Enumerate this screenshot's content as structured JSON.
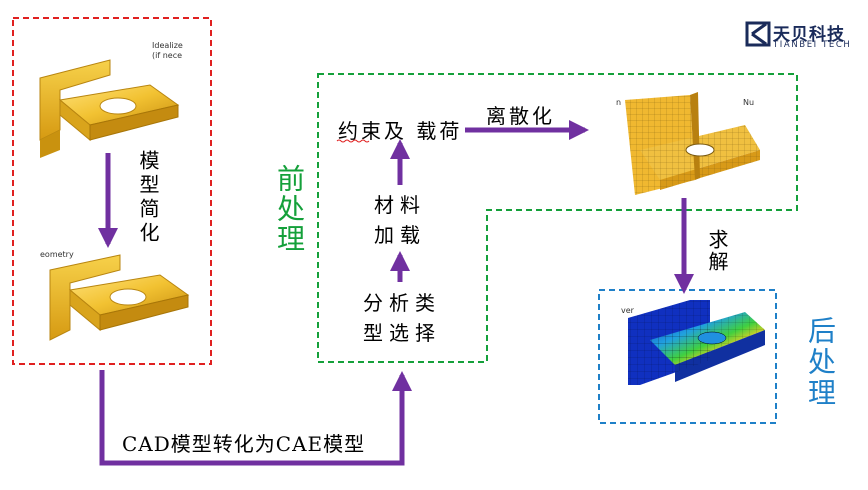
{
  "logo": {
    "name": "天贝科技",
    "subtitle": "TIANBEI TECH"
  },
  "labels": {
    "model_simplify": "模型简化",
    "cad_to_cae": "CAD模型转化为CAE模型",
    "pre_processing": "前处理",
    "constraints_loads": "约束及 载荷",
    "discretize": "离散化",
    "material_load": [
      "材料",
      "加载"
    ],
    "analysis_type": [
      "分析类",
      "型选择"
    ],
    "solve": "求解",
    "post_processing": "后处理"
  },
  "thumb_text": {
    "idealize": [
      "Idealize",
      "(if nece"
    ],
    "geom": "eometry",
    "mesh_left": "n",
    "mesh_right": "Nu",
    "result": "ver"
  },
  "colors": {
    "red_box": "#e02020",
    "green_box": "#14a03a",
    "blue_box": "#1f80c8",
    "arrow": "#7030a0"
  }
}
